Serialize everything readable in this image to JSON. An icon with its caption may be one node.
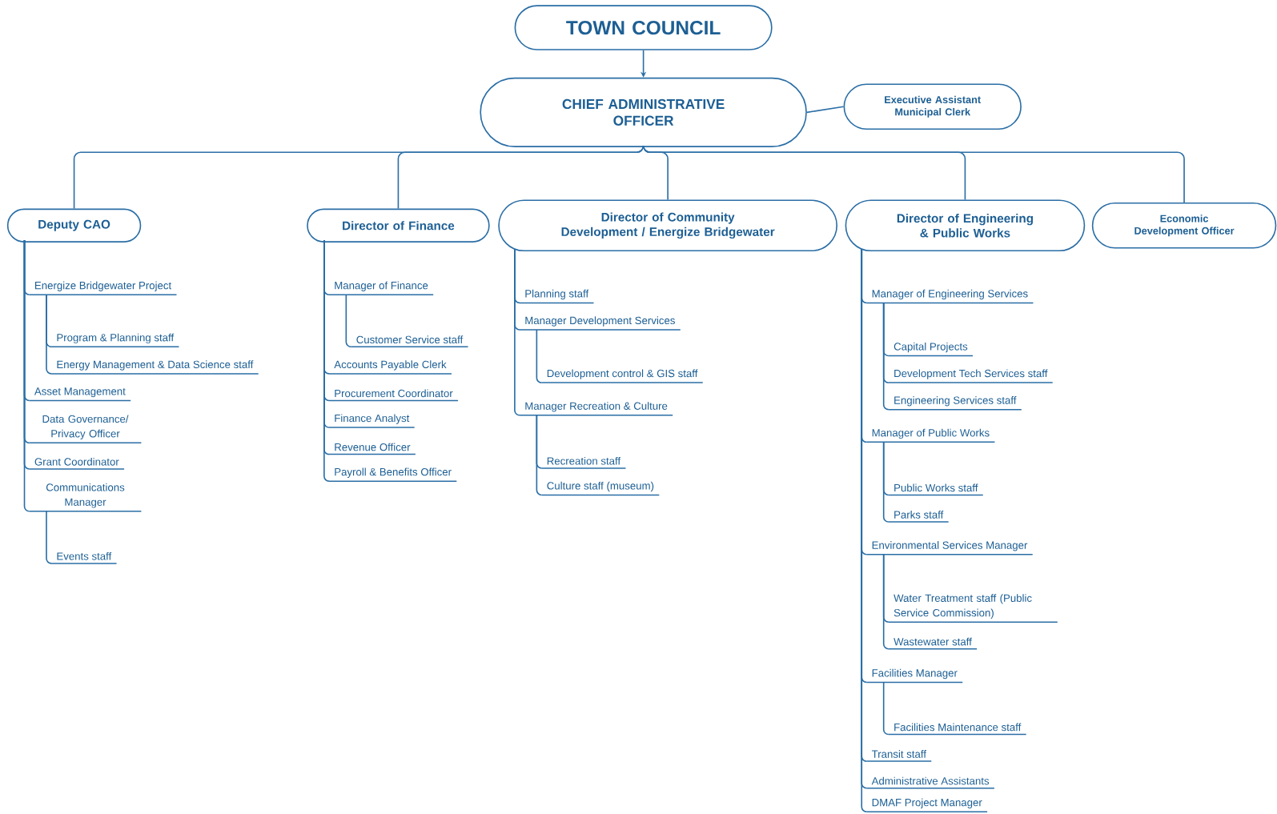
{
  "diagram": {
    "nodes": [
      {
        "text": [
          "TOWN COUNCIL"
        ]
      },
      {
        "text": [
          "CHIEF ADMINISTRATIVE OFFICER"
        ]
      },
      {
        "text": [
          "Executive Assistant Municipal Clerk"
        ]
      },
      {
        "text": [
          "Deputy CAO"
        ]
      },
      {
        "text": [
          "Director of Finance"
        ]
      },
      {
        "text": [
          "Director of Community Development / Energize Bridgewater"
        ]
      },
      {
        "text": [
          "Director of Engineering & Public Works"
        ]
      },
      {
        "text": [
          "Economic Development Officer"
        ]
      },
      {
        "text": [
          "Energize Bridgewater Project"
        ]
      },
      {
        "text": [
          "Program & Planning staff"
        ]
      },
      {
        "text": [
          "Energy Management & Data Science staff"
        ]
      },
      {
        "text": [
          "Asset Management"
        ]
      },
      {
        "text": [
          "Data Governance/ Privacy Officer"
        ]
      },
      {
        "text": [
          "Grant Coordinator"
        ]
      },
      {
        "text": [
          "Communications Manager"
        ]
      },
      {
        "text": [
          "Events staff"
        ]
      },
      {
        "text": [
          "Manager of Finance"
        ]
      },
      {
        "text": [
          "Customer Service staff"
        ]
      },
      {
        "text": [
          "Accounts Payable Clerk"
        ]
      },
      {
        "text": [
          "Procurement Coordinator"
        ]
      },
      {
        "text": [
          "Finance Analyst"
        ]
      },
      {
        "text": [
          "Revenue Officer"
        ]
      },
      {
        "text": [
          "Payroll & Benefits Officer"
        ]
      },
      {
        "text": [
          "Planning staff"
        ]
      },
      {
        "text": [
          "Manager Development Services"
        ]
      },
      {
        "text": [
          "Development control & GIS staff"
        ]
      },
      {
        "text": [
          "Manager Recreation & Culture"
        ]
      },
      {
        "text": [
          "Recreation staff"
        ]
      },
      {
        "text": [
          "Culture staff (museum)"
        ]
      },
      {
        "text": [
          "Manager of Engineering Services"
        ]
      },
      {
        "text": [
          "Capital Projects"
        ]
      },
      {
        "text": [
          "Development Tech Services staff"
        ]
      },
      {
        "text": [
          "Engineering Services staff"
        ]
      },
      {
        "text": [
          "Manager of Public Works"
        ]
      },
      {
        "text": [
          "Public Works staff"
        ]
      },
      {
        "text": [
          "Parks staff"
        ]
      },
      {
        "text": [
          "Environmental Services Manager"
        ]
      },
      {
        "text": [
          "Water Treatment staff (Public Service Commission)"
        ]
      },
      {
        "text": [
          "Wastewater staff"
        ]
      },
      {
        "text": [
          "Facilities Manager"
        ]
      },
      {
        "text": [
          "Facilities Maintenance staff"
        ]
      },
      {
        "text": [
          "Transit staff"
        ]
      },
      {
        "text": [
          "Administrative Assistants"
        ]
      },
      {
        "text": [
          "DMAF Project Manager"
        ]
      }
    ],
    "edges": [
      {
        "from": 0,
        "to": 1,
        "arrow": "to"
      },
      {
        "from": 1,
        "to": 2,
        "arrow": "none"
      },
      {
        "from": 1,
        "to": 3,
        "arrow": "none"
      },
      {
        "from": 1,
        "to": 4,
        "arrow": "none"
      },
      {
        "from": 1,
        "to": 5,
        "arrow": "none"
      },
      {
        "from": 1,
        "to": 6,
        "arrow": "none"
      },
      {
        "from": 1,
        "to": 7,
        "arrow": "none"
      },
      {
        "from": 3,
        "to": 8,
        "arrow": "none"
      },
      {
        "from": 8,
        "to": 9,
        "arrow": "none"
      },
      {
        "from": 8,
        "to": 10,
        "arrow": "none"
      },
      {
        "from": 3,
        "to": 11,
        "arrow": "none"
      },
      {
        "from": 3,
        "to": 12,
        "arrow": "none"
      },
      {
        "from": 3,
        "to": 13,
        "arrow": "none"
      },
      {
        "from": 3,
        "to": 14,
        "arrow": "none"
      },
      {
        "from": 14,
        "to": 15,
        "arrow": "none"
      },
      {
        "from": 4,
        "to": 16,
        "arrow": "none"
      },
      {
        "from": 16,
        "to": 17,
        "arrow": "none"
      },
      {
        "from": 4,
        "to": 18,
        "arrow": "none"
      },
      {
        "from": 4,
        "to": 19,
        "arrow": "none"
      },
      {
        "from": 4,
        "to": 20,
        "arrow": "none"
      },
      {
        "from": 4,
        "to": 21,
        "arrow": "none"
      },
      {
        "from": 4,
        "to": 22,
        "arrow": "none"
      },
      {
        "from": 5,
        "to": 23,
        "arrow": "none"
      },
      {
        "from": 5,
        "to": 24,
        "arrow": "none"
      },
      {
        "from": 24,
        "to": 25,
        "arrow": "none"
      },
      {
        "from": 5,
        "to": 26,
        "arrow": "none"
      },
      {
        "from": 26,
        "to": 27,
        "arrow": "none"
      },
      {
        "from": 26,
        "to": 28,
        "arrow": "none"
      },
      {
        "from": 6,
        "to": 29,
        "arrow": "none"
      },
      {
        "from": 29,
        "to": 30,
        "arrow": "none"
      },
      {
        "from": 29,
        "to": 31,
        "arrow": "none"
      },
      {
        "from": 29,
        "to": 32,
        "arrow": "none"
      },
      {
        "from": 6,
        "to": 33,
        "arrow": "none"
      },
      {
        "from": 33,
        "to": 34,
        "arrow": "none"
      },
      {
        "from": 33,
        "to": 35,
        "arrow": "none"
      },
      {
        "from": 6,
        "to": 36,
        "arrow": "none"
      },
      {
        "from": 36,
        "to": 37,
        "arrow": "none"
      },
      {
        "from": 36,
        "to": 38,
        "arrow": "none"
      },
      {
        "from": 6,
        "to": 39,
        "arrow": "none"
      },
      {
        "from": 39,
        "to": 40,
        "arrow": "none"
      },
      {
        "from": 6,
        "to": 41,
        "arrow": "none"
      },
      {
        "from": 6,
        "to": 42,
        "arrow": "none"
      },
      {
        "from": 6,
        "to": 43,
        "arrow": "none"
      }
    ]
  }
}
